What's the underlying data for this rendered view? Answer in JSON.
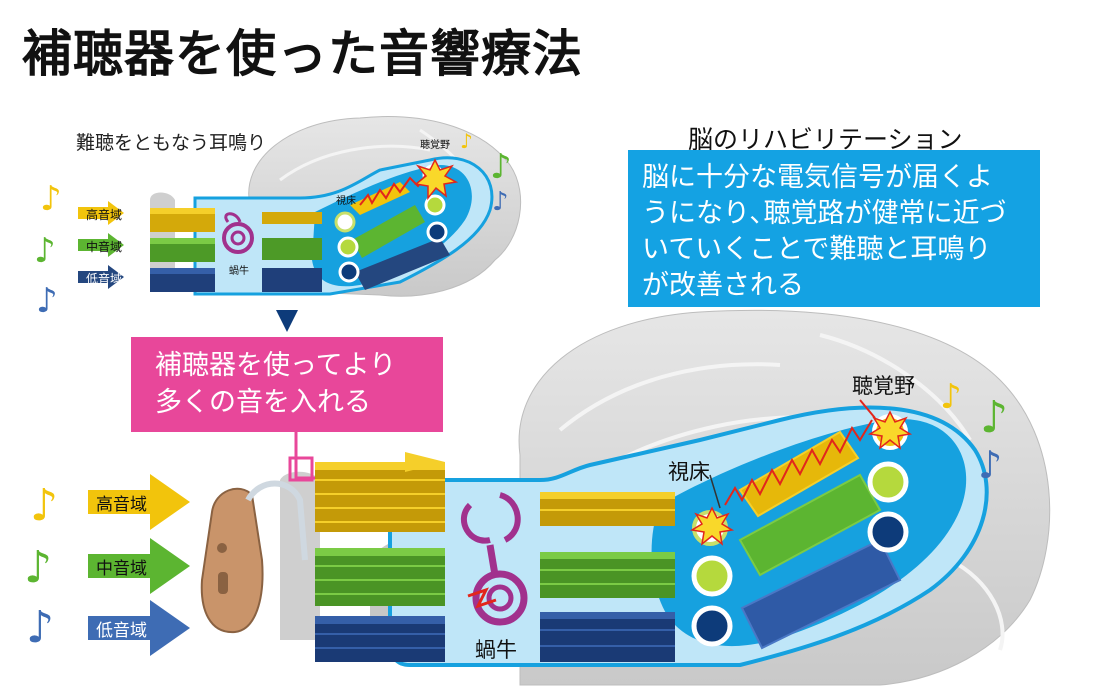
{
  "title": "補聴器を使った音響療法",
  "small_diagram": {
    "caption": "難聴をともなう耳鳴り",
    "bands": [
      "高音域",
      "中音域",
      "低音域"
    ],
    "cochlea_label": "蝸牛",
    "thalamus_label": "視床",
    "auditory_cortex_label": "聴覚野"
  },
  "rehab": {
    "heading": "脳のリハビリテーション",
    "lines": [
      "脳に十分な電気信号が届くよ",
      "うになり､聴覚路が健常に近づ",
      "いていくことで難聴と耳鳴り",
      "が改善される"
    ]
  },
  "callout": {
    "lines": [
      "補聴器を使ってより",
      "多くの音を入れる"
    ]
  },
  "large_diagram": {
    "bands": [
      "高音域",
      "中音域",
      "低音域"
    ],
    "cochlea_label": "蝸牛",
    "thalamus_label": "視床",
    "auditory_cortex_label": "聴覚野"
  },
  "colors": {
    "high": "#f2c40c",
    "mid": "#5cb531",
    "low": "#3e6cb4",
    "pathway": "#16a1df",
    "callout": "#e8479a",
    "brain": "#d9d9d9"
  }
}
